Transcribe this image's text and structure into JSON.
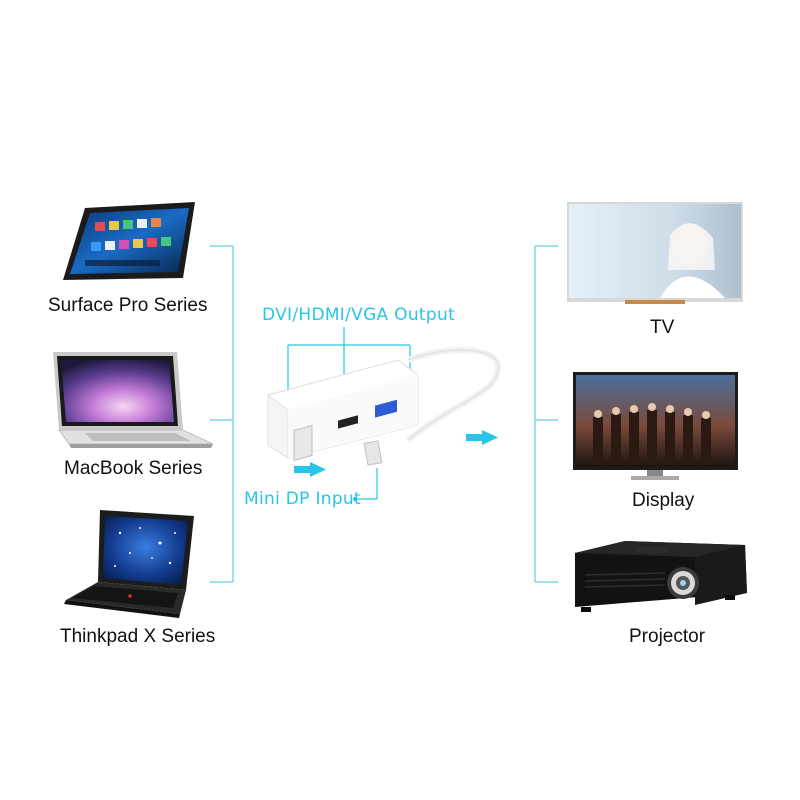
{
  "colors": {
    "accent": "#29c4e8",
    "bracket": "#7fd6ec",
    "label_text": "#111111"
  },
  "sources": [
    {
      "label": "Surface Pro Series",
      "icon": "tablet-icon"
    },
    {
      "label": "MacBook Series",
      "icon": "laptop-icon"
    },
    {
      "label": "Thinkpad X Series",
      "icon": "laptop-icon"
    }
  ],
  "adapter": {
    "output_label": "DVI/HDMI/VGA Output",
    "input_label": "Mini DP Input",
    "ports": [
      "DVI",
      "HDMI",
      "VGA"
    ]
  },
  "outputs": [
    {
      "label": "TV",
      "icon": "tv-icon"
    },
    {
      "label": "Display",
      "icon": "monitor-icon"
    },
    {
      "label": "Projector",
      "icon": "projector-icon"
    }
  ]
}
